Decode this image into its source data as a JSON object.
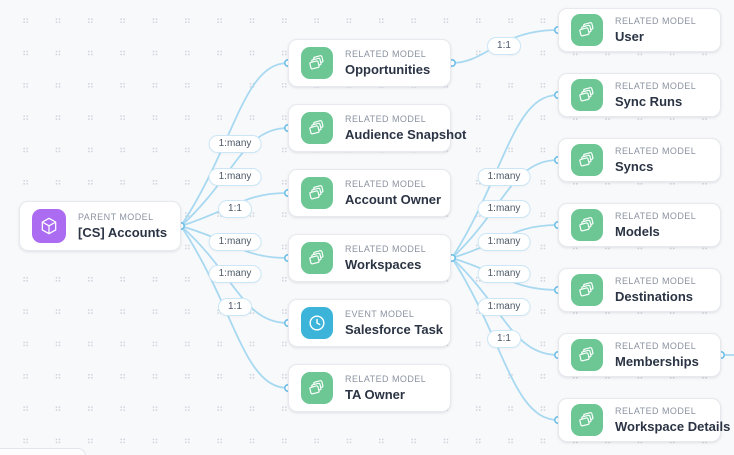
{
  "colors": {
    "parent-icon": "#ab6cf2",
    "related-icon": "#6cc795",
    "event-icon": "#3cb4d9",
    "edge-line": "#a8d9f1",
    "port-stroke": "#6fc0e8"
  },
  "icons": {
    "parent": "cube-icon",
    "related": "layers-icon",
    "event": "clock-icon"
  },
  "nodes": {
    "parent": {
      "type_label": "PARENT MODEL",
      "title": "[CS] Accounts"
    },
    "middle": [
      {
        "type_label": "RELATED MODEL",
        "title": "Opportunities"
      },
      {
        "type_label": "RELATED MODEL",
        "title": "Audience Snapshot"
      },
      {
        "type_label": "RELATED MODEL",
        "title": "Account Owner"
      },
      {
        "type_label": "RELATED MODEL",
        "title": "Workspaces"
      },
      {
        "type_label": "EVENT MODEL",
        "title": "Salesforce Task"
      },
      {
        "type_label": "RELATED MODEL",
        "title": "TA Owner"
      }
    ],
    "right": [
      {
        "type_label": "RELATED MODEL",
        "title": "User"
      },
      {
        "type_label": "RELATED MODEL",
        "title": "Sync Runs"
      },
      {
        "type_label": "RELATED MODEL",
        "title": "Syncs"
      },
      {
        "type_label": "RELATED MODEL",
        "title": "Models"
      },
      {
        "type_label": "RELATED MODEL",
        "title": "Destinations"
      },
      {
        "type_label": "RELATED MODEL",
        "title": "Memberships"
      },
      {
        "type_label": "RELATED MODEL",
        "title": "Workspace Details"
      }
    ]
  },
  "edges": [
    {
      "from": "[CS] Accounts",
      "to": "Opportunities",
      "label": "1:many"
    },
    {
      "from": "[CS] Accounts",
      "to": "Audience Snapshot",
      "label": "1:many"
    },
    {
      "from": "[CS] Accounts",
      "to": "Account Owner",
      "label": "1:1"
    },
    {
      "from": "[CS] Accounts",
      "to": "Workspaces",
      "label": "1:many"
    },
    {
      "from": "[CS] Accounts",
      "to": "Salesforce Task",
      "label": "1:many"
    },
    {
      "from": "[CS] Accounts",
      "to": "TA Owner",
      "label": "1:1"
    },
    {
      "from": "Opportunities",
      "to": "User",
      "label": "1:1"
    },
    {
      "from": "Workspaces",
      "to": "Sync Runs",
      "label": "1:many"
    },
    {
      "from": "Workspaces",
      "to": "Syncs",
      "label": "1:many"
    },
    {
      "from": "Workspaces",
      "to": "Models",
      "label": "1:many"
    },
    {
      "from": "Workspaces",
      "to": "Destinations",
      "label": "1:many"
    },
    {
      "from": "Workspaces",
      "to": "Memberships",
      "label": "1:many"
    },
    {
      "from": "Workspaces",
      "to": "Workspace Details",
      "label": "1:1"
    },
    {
      "from": "Memberships",
      "to": "offscreen-right",
      "label": ""
    }
  ]
}
